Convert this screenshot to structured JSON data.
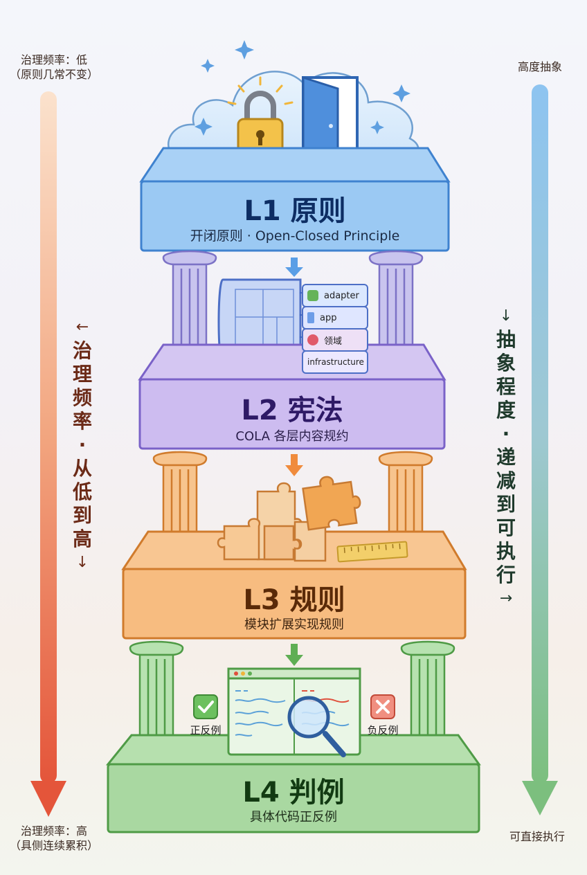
{
  "left_axis": {
    "top_caption": [
      "治理频率：低",
      "（原则几常不变）"
    ],
    "vertical_label": [
      "←",
      "治",
      "理",
      "频",
      "率",
      "·",
      "从",
      "低",
      "到",
      "高",
      "↓"
    ],
    "bottom_caption": [
      "治理频率：高",
      "（具侧连续累积）"
    ]
  },
  "right_axis": {
    "top_caption": "高度抽象",
    "vertical_label": [
      "↓",
      "抽",
      "象",
      "程",
      "度",
      "·",
      "递",
      "减",
      "到",
      "可",
      "执",
      "行",
      "→"
    ],
    "bottom_caption": "可直接执行"
  },
  "layers": [
    {
      "title": "L1 原则",
      "subtitle": "开闭原则 · Open-Closed Principle"
    },
    {
      "title": "L2 宪法",
      "subtitle": "COLA 各层内容规约"
    },
    {
      "title": "L3 规则",
      "subtitle": "模块扩展实现规则"
    },
    {
      "title": "L4 判例",
      "subtitle": "具体代码正反例"
    }
  ],
  "cola_stack": [
    "adapter",
    "app",
    "领域",
    "infrastructure"
  ],
  "examples": {
    "positive": "正反例",
    "negative": "负反例"
  },
  "colors": {
    "l1": "#8cc3f2",
    "l2": "#c9b5ef",
    "l3": "#f6b578",
    "l4": "#9fd49a",
    "left_arrow_top": "#f8d9bd",
    "left_arrow_bottom": "#e65a3c",
    "right_arrow_top": "#8fc3ef",
    "right_arrow_bottom": "#7cc07f"
  }
}
